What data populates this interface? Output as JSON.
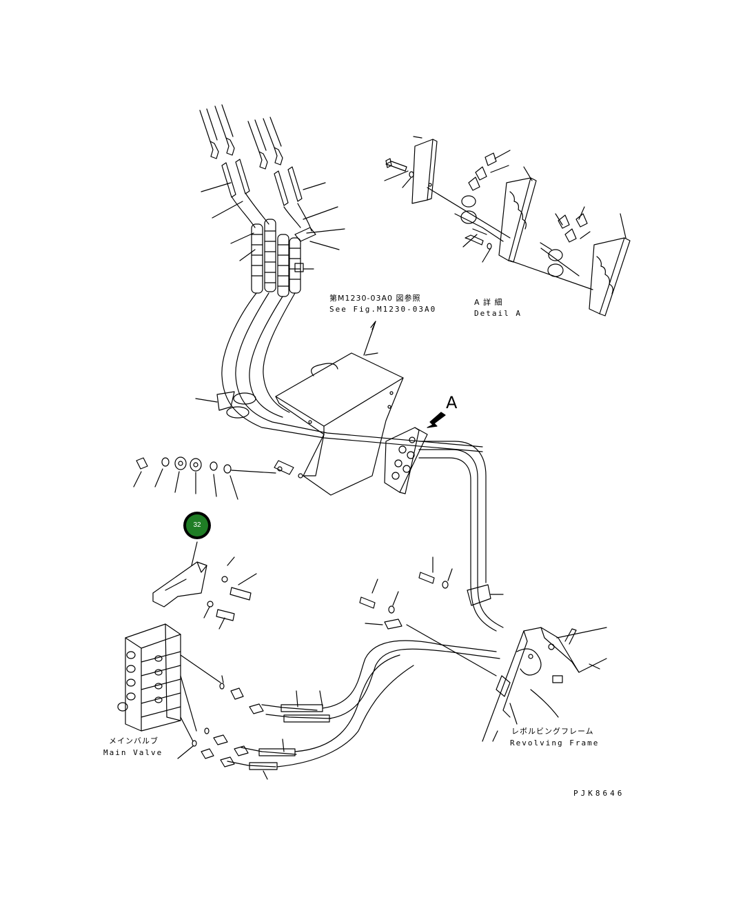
{
  "diagram": {
    "reference_jp": "第M1230-03A0 図参照",
    "reference_en": "See Fig.M1230-03A0",
    "detail_jp": "A 詳 細",
    "detail_en": "Detail A",
    "view_arrow_label": "A",
    "callout_number": "32",
    "callout_color": "#1f7d25",
    "main_valve_jp": "メインバルブ",
    "main_valve_en": "Main Valve",
    "frame_jp": "レボルビングフレーム",
    "frame_en": "Revolving Frame",
    "drawing_code": "PJK8646"
  }
}
